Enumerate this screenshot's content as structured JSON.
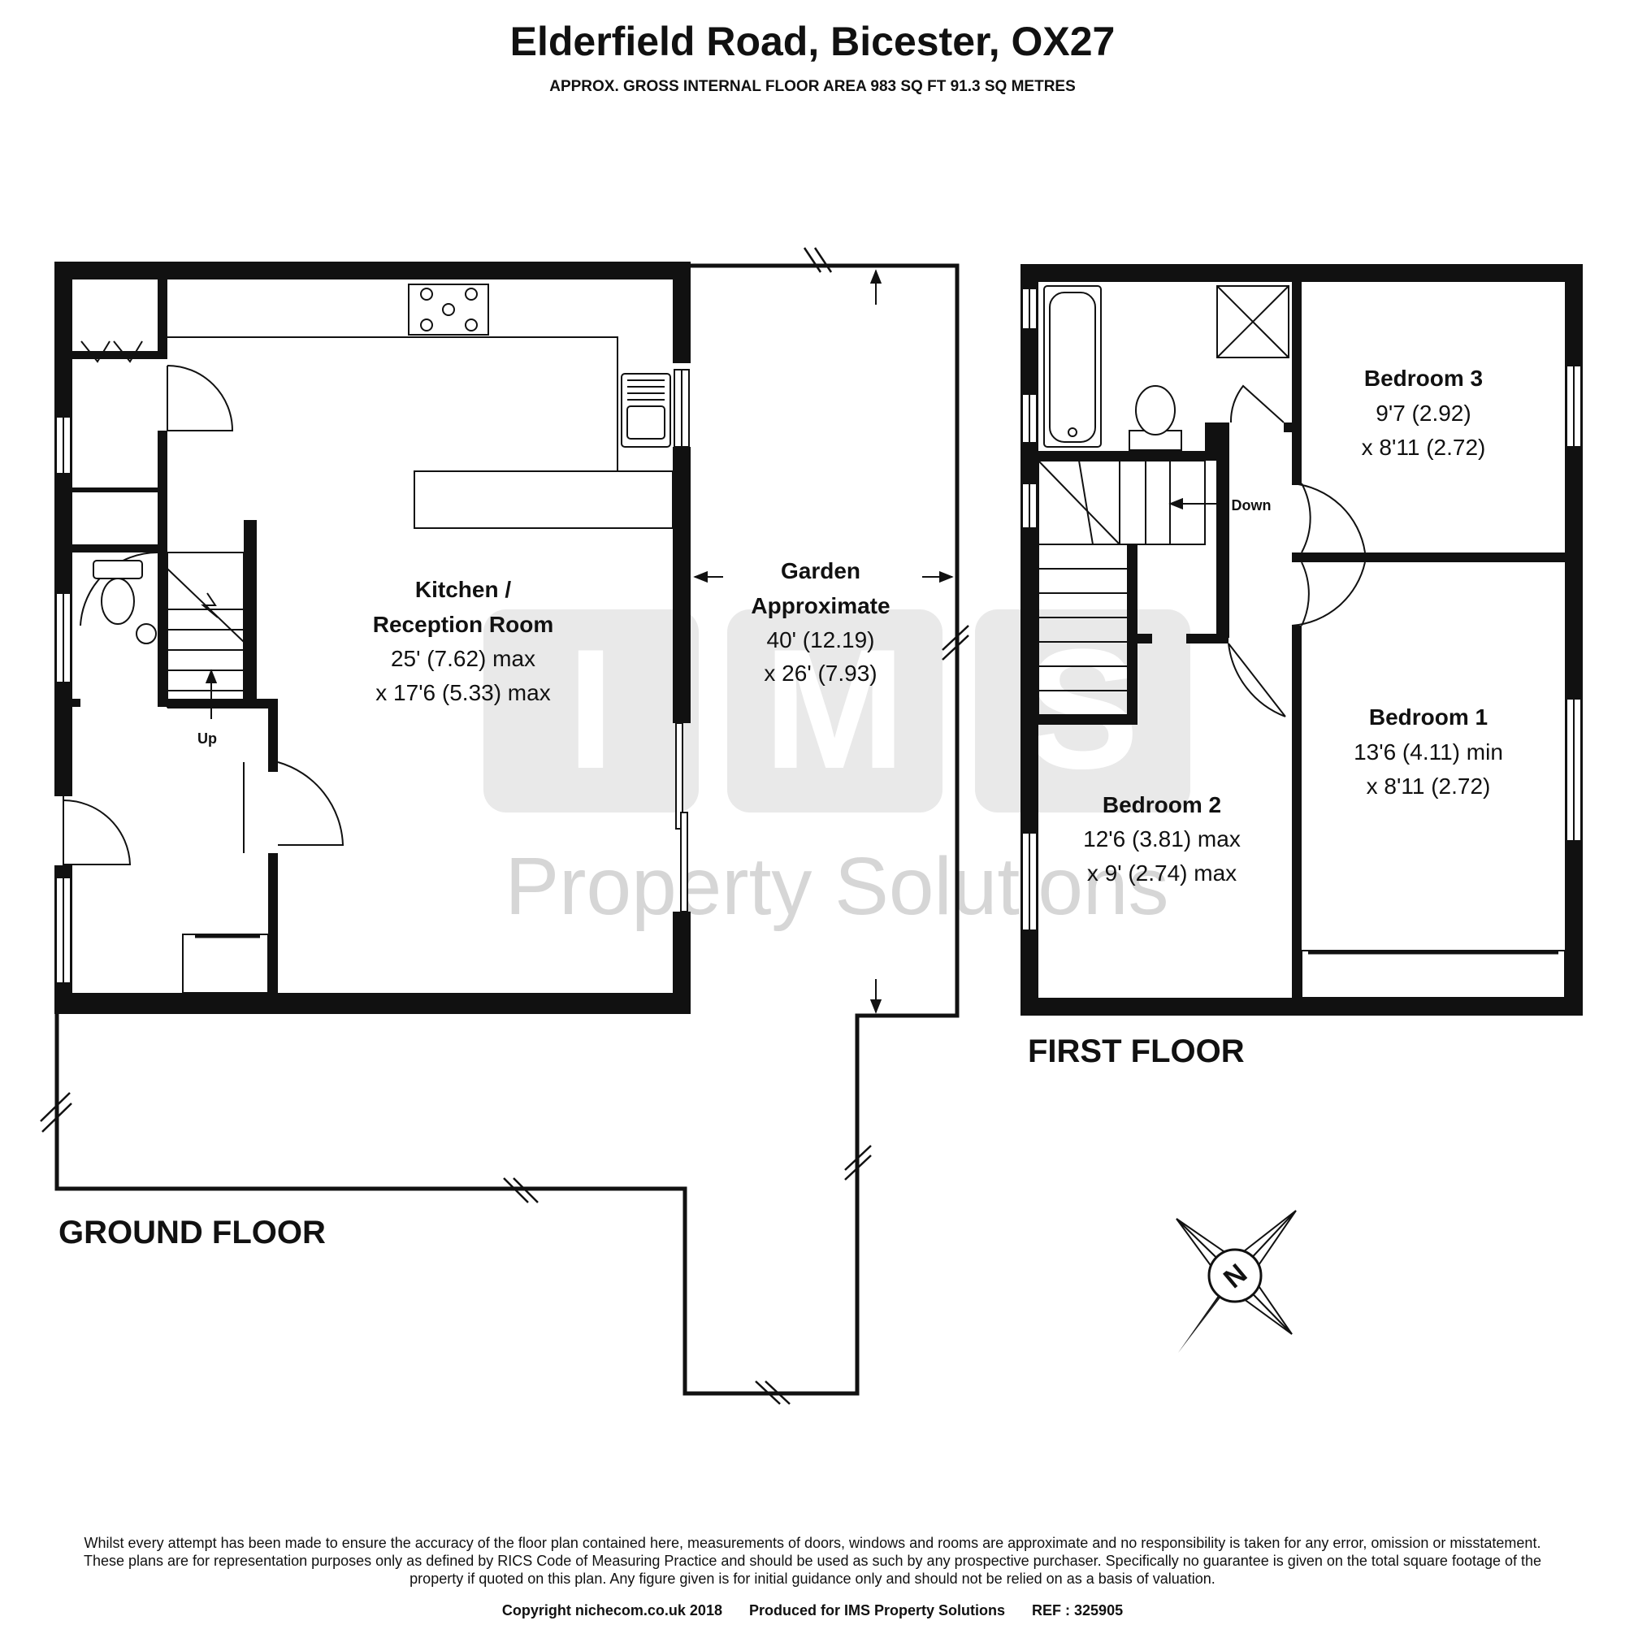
{
  "header": {
    "title": "Elderfield Road, Bicester, OX27",
    "subtitle": "APPROX. GROSS INTERNAL FLOOR AREA 983 SQ FT 91.3 SQ METRES"
  },
  "watermark": {
    "letters": [
      "I",
      "M",
      "S"
    ],
    "text": "Property Solutions"
  },
  "ground_floor": {
    "label": "GROUND FLOOR",
    "kitchen": {
      "name_line1": "Kitchen /",
      "name_line2": "Reception Room",
      "dim1": "25' (7.62) max",
      "dim2": "x 17'6 (5.33) max"
    },
    "garden": {
      "name_line1": "Garden",
      "name_line2": "Approximate",
      "dim1": "40' (12.19)",
      "dim2": "x 26' (7.93)"
    },
    "stairs_label": "Up"
  },
  "first_floor": {
    "label": "FIRST FLOOR",
    "bedroom3": {
      "name": "Bedroom 3",
      "dim1": "9'7 (2.92)",
      "dim2": "x 8'11 (2.72)"
    },
    "bedroom1": {
      "name": "Bedroom 1",
      "dim1": "13'6 (4.11) min",
      "dim2": "x 8'11 (2.72)"
    },
    "bedroom2": {
      "name": "Bedroom 2",
      "dim1": "12'6 (3.81) max",
      "dim2": "x 9' (2.74) max"
    },
    "stairs_label": "Down"
  },
  "compass": {
    "letter": "N"
  },
  "disclaimer": "Whilst every attempt has been made to ensure the accuracy of the floor plan contained here, measurements of doors, windows and rooms are approximate and no responsibility is taken for any error, omission or misstatement. These plans are for representation purposes only as defined by RICS Code of Measuring Practice and should be used as such by any prospective purchaser. Specifically no guarantee is given on the total square footage of the property if quoted on this plan. Any figure given is for initial guidance only and should not be relied on as a basis of valuation.",
  "footer": {
    "copyright": "Copyright nichecom.co.uk 2018",
    "produced_for": "Produced for IMS Property Solutions",
    "ref": "REF : 325905"
  }
}
